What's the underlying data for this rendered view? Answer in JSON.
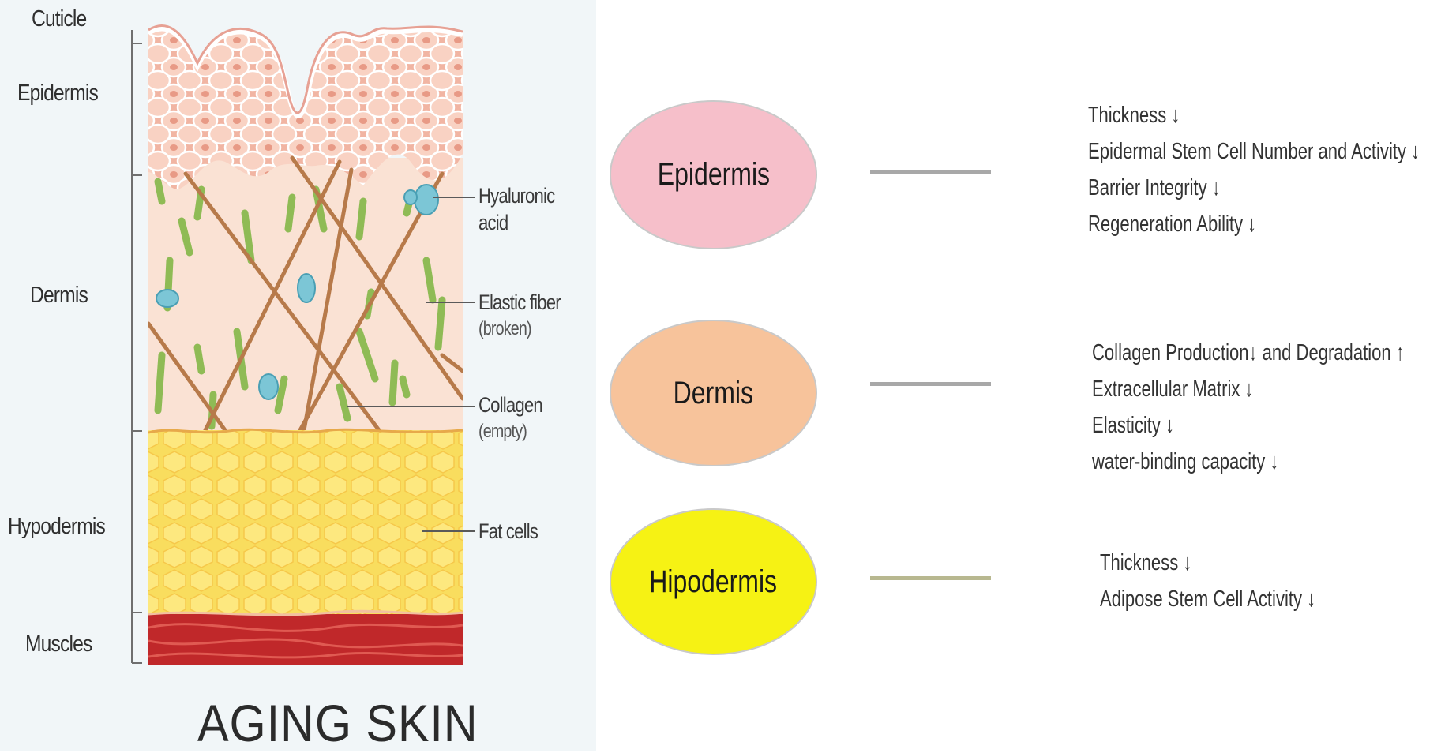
{
  "diagram": {
    "title": "AGING SKIN",
    "layers": [
      {
        "label": "Cuticle"
      },
      {
        "label": "Epidermis"
      },
      {
        "label": "Dermis"
      },
      {
        "label": "Hypodermis"
      },
      {
        "label": "Muscles"
      }
    ],
    "annotations": [
      {
        "label": "Hyaluronic",
        "sub": "acid"
      },
      {
        "label": "Elastic fiber",
        "sub": "(broken)"
      },
      {
        "label": "Collagen",
        "sub": "(empty)"
      },
      {
        "label": "Fat cells",
        "sub": ""
      }
    ]
  },
  "summary": [
    {
      "name": "Epidermis",
      "color": "#f6bfca",
      "effects": [
        "Thickness ↓",
        "Epidermal Stem Cell Number and Activity ↓",
        "Barrier Integrity ↓",
        "Regeneration Ability ↓"
      ]
    },
    {
      "name": "Dermis",
      "color": "#f7c39b",
      "effects": [
        "Collagen Production↓ and Degradation ↑",
        "Extracellular Matrix ↓",
        "Elasticity ↓",
        "water-binding capacity ↓"
      ]
    },
    {
      "name": "Hipodermis",
      "color": "#f6f214",
      "effects": [
        "Thickness ↓",
        "Adipose Stem Cell Activity ↓"
      ]
    }
  ]
}
